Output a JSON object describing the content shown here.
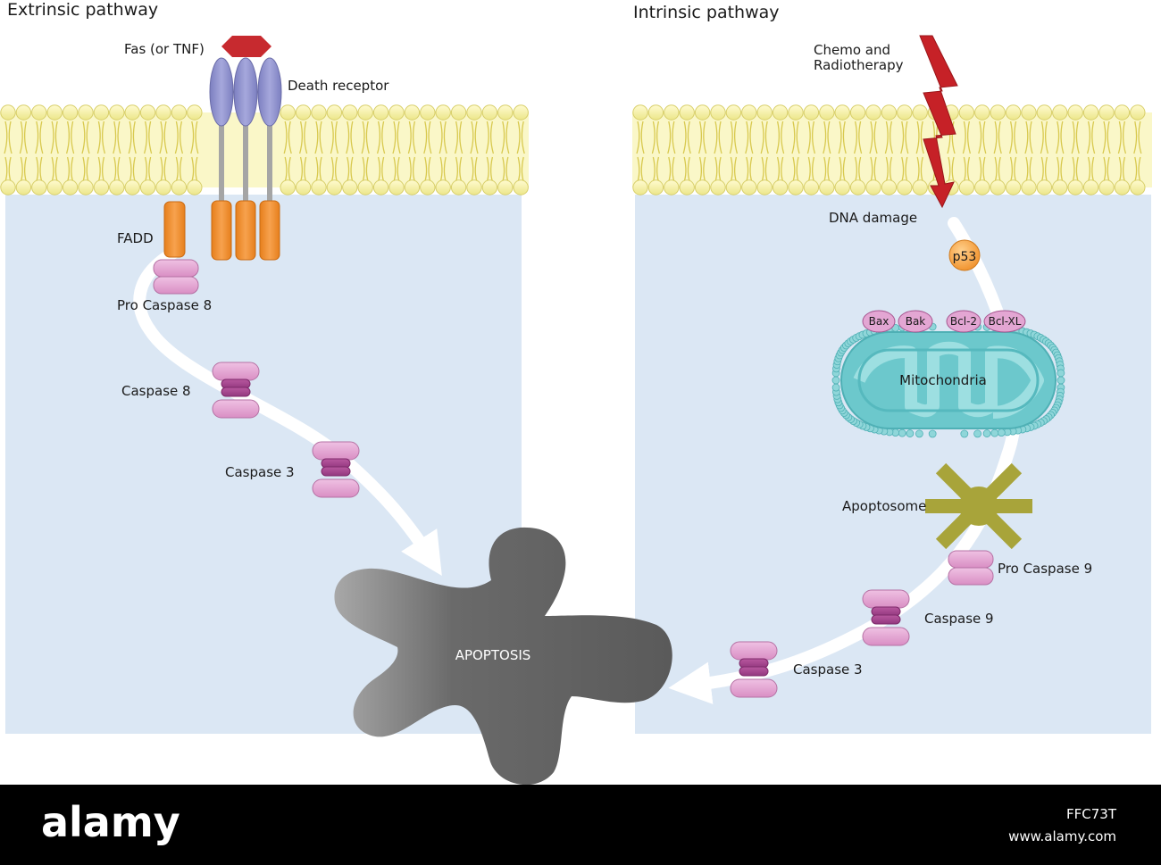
{
  "extrinsic": {
    "title": "Extrinsic pathway",
    "ligand_label": "Fas (or TNF)",
    "receptor_label": "Death receptor",
    "fadd_label": "FADD",
    "procaspase8_label": "Pro Caspase 8",
    "caspase8_label": "Caspase 8",
    "caspase3_label": "Caspase 3"
  },
  "intrinsic": {
    "title": "Intrinsic pathway",
    "trigger_label": "Chemo and",
    "trigger_label_2": "Radiotherapy",
    "dna_label": "DNA damage",
    "p53_label": "p53",
    "proteins": [
      "Bax",
      "Bak",
      "Bcl-2",
      "Bcl-XL"
    ],
    "mito_label": "Mitochondria",
    "apoptosome_label": "Apoptosome",
    "procaspase9_label": "Pro Caspase 9",
    "caspase9_label": "Caspase 9",
    "caspase3_label": "Caspase 3"
  },
  "apoptosis_label": "APOPTOSIS",
  "watermark": {
    "brand": "alamy",
    "image_id": "FFC73T",
    "site": "www.alamy.com"
  },
  "colors": {
    "cytoplasm": "#dbe7f4",
    "membrane_head": "#f7f2a0",
    "receptor": "#8f91cc",
    "fadd": "#f39234",
    "ligand": "#c72a2f",
    "caspase": "#e3a6d3",
    "mitochondria": "#6cc8cc",
    "apoptosome": "#a8a43a",
    "apoptosis_cell": "#5f5f5f",
    "lightning": "#c62127"
  }
}
